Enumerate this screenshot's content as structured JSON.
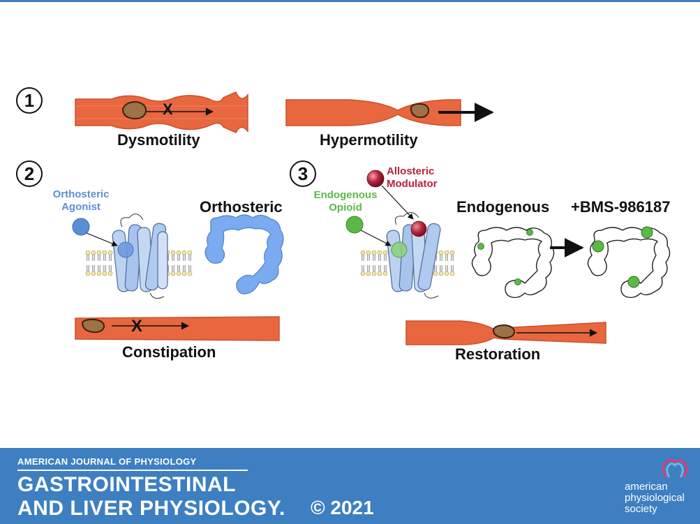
{
  "panels": {
    "p1": {
      "number": "1",
      "left_label": "Dysmotility",
      "right_label": "Hypermotility",
      "block_mark": "X"
    },
    "p2": {
      "number": "2",
      "agonist_label_1": "Orthosteric",
      "agonist_label_2": "Agonist",
      "colon_label": "Orthosteric",
      "bottom_label": "Constipation",
      "block_mark": "X"
    },
    "p3": {
      "number": "3",
      "modulator_label_1": "Allosteric",
      "modulator_label_2": "Modulator",
      "opioid_label_1": "Endogenous",
      "opioid_label_2": "Opioid",
      "colon_label_left": "Endogenous",
      "colon_label_right": "+BMS-986187",
      "bottom_label": "Restoration"
    }
  },
  "footer": {
    "journal": "AMERICAN JOURNAL OF PHYSIOLOGY",
    "title_line1": "GASTROINTESTINAL",
    "title_line2": "AND LIVER PHYSIOLOGY.",
    "copyright": "© 2021",
    "society": [
      "american",
      "physiological",
      "society"
    ]
  },
  "colors": {
    "gut": "#e8673f",
    "gut_dark": "#c9502c",
    "stool": "#9c7246",
    "orthosteric_blue": "#5b8fd4",
    "colon_blue": "#7aaaf0",
    "opioid_green": "#5cb84a",
    "allosteric_red": "#b5223a",
    "footer_blue": "#3d7fc1"
  }
}
